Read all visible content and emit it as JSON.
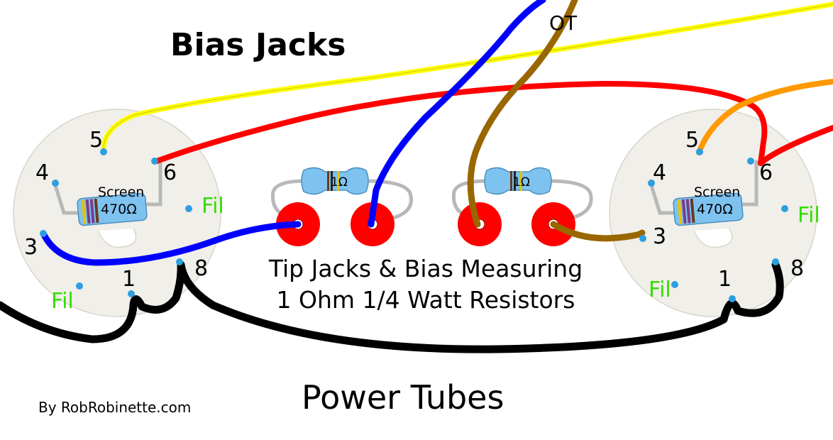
{
  "title": "Bias Jacks",
  "footer_title": "Power Tubes",
  "credit": "By RobRobinette.com",
  "center_caption": {
    "line1": "Tip Jacks & Bias Measuring",
    "line2": "1 Ohm 1/4 Watt Resistors"
  },
  "ot_label": "OT",
  "left_tube": {
    "pins": {
      "p1": "1",
      "p3": "3",
      "p4": "4",
      "p5": "5",
      "p6": "6",
      "p8": "8"
    },
    "fil_upper": "Fil",
    "fil_lower": "Fil",
    "resistor": {
      "name": "Screen",
      "value": "470Ω"
    }
  },
  "right_tube": {
    "pins": {
      "p1": "1",
      "p3": "3",
      "p4": "4",
      "p5": "5",
      "p6": "6",
      "p8": "8"
    },
    "fil_upper": "Fil",
    "fil_lower": "Fil",
    "resistor": {
      "name": "Screen",
      "value": "470Ω"
    }
  },
  "bias_resistor_left": {
    "value": "1Ω"
  },
  "bias_resistor_right": {
    "value": "1Ω"
  },
  "colors": {
    "yellow_wire": "#ffff00",
    "red_wire": "#ff0000",
    "blue_wire": "#0000ff",
    "brown_wire": "#996600",
    "orange_wire": "#ff9900",
    "black_wire": "#000000",
    "fil_text": "#33dd00",
    "jack": "#ff0000",
    "socket": "#f1efe9",
    "resistor_body": "#7ec3f0"
  }
}
